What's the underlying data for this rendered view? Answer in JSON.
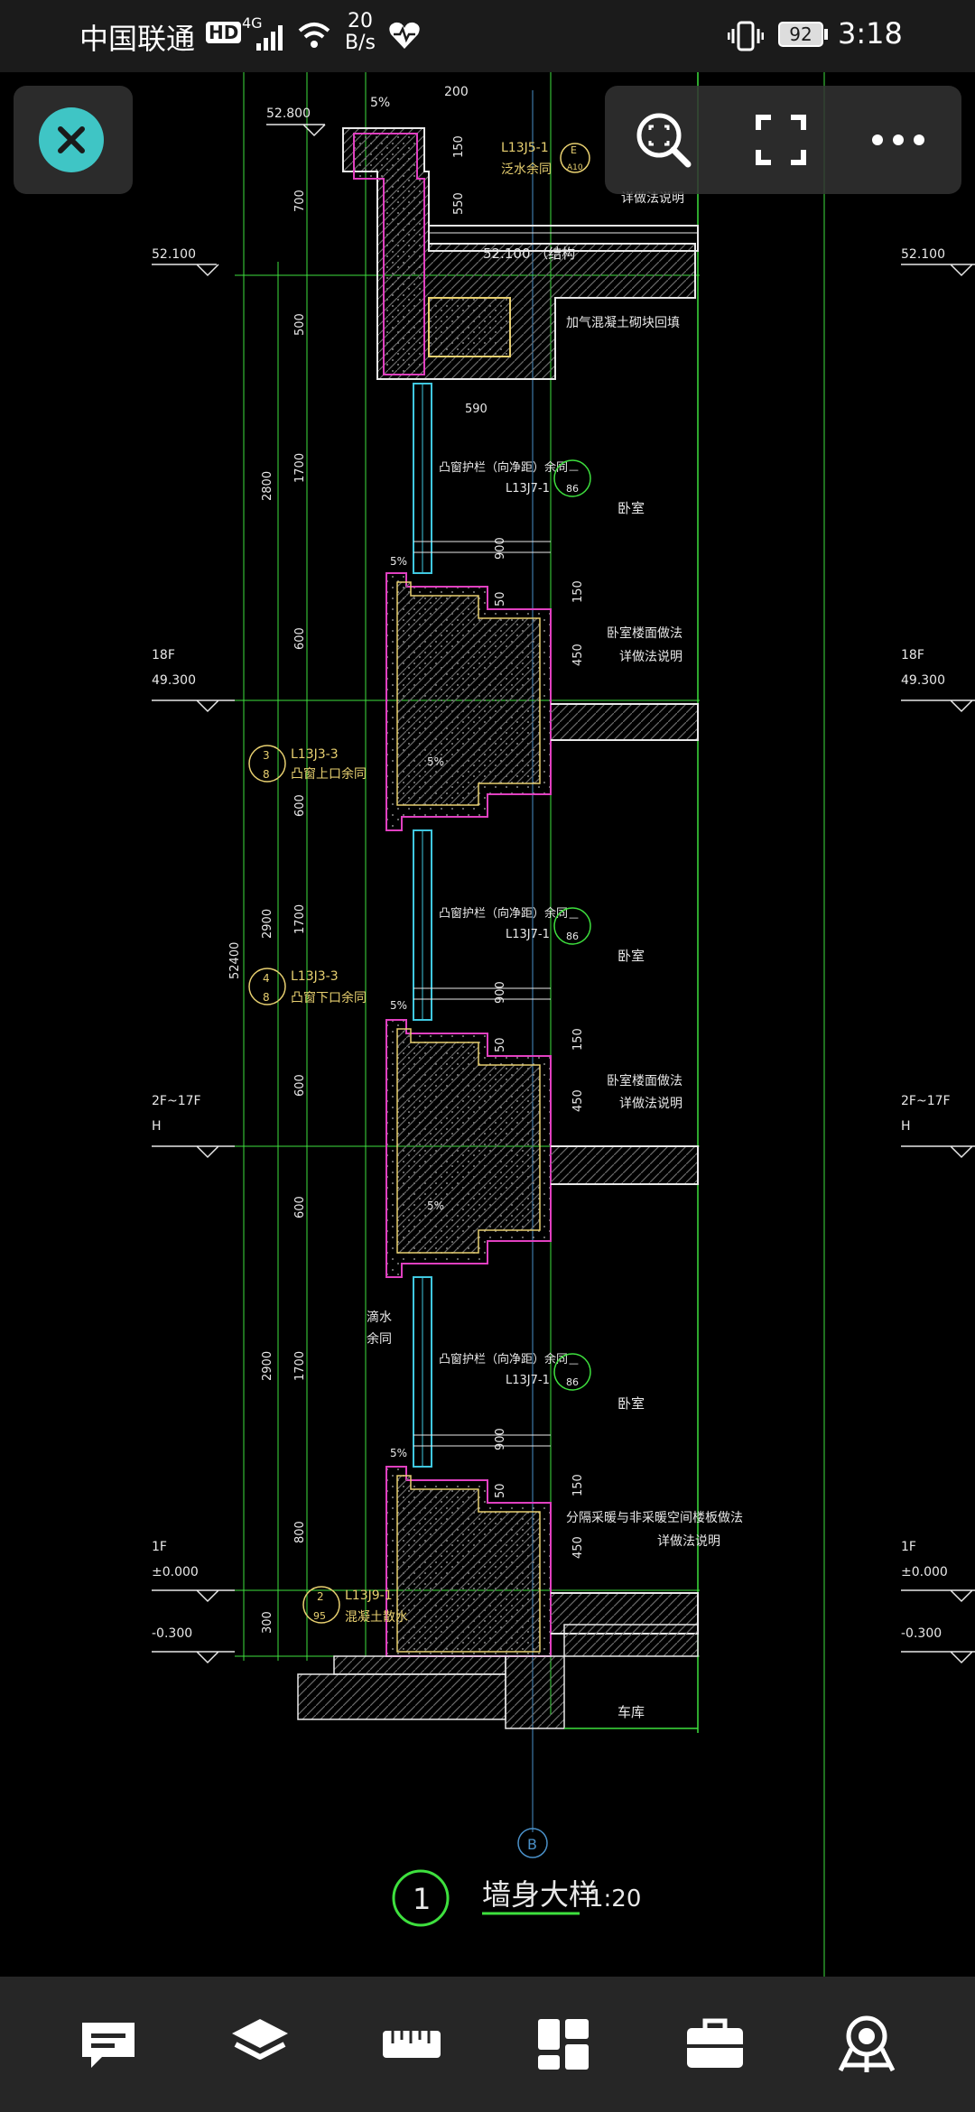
{
  "status_bar": {
    "carrier": "中国联通",
    "hd_badge": "HD",
    "network_type": "4G",
    "speed_value": "20",
    "speed_unit": "B/s",
    "battery": "92",
    "time": "3:18"
  },
  "toolbar_top": {
    "close_icon": "close-icon",
    "zoom_icon": "zoom-extents-icon",
    "fullscreen_icon": "fullscreen-icon",
    "more_icon": "more-icon"
  },
  "drawing": {
    "top_elevation": "52.800",
    "roof_elevation": "52.100",
    "roof_level_note": "52.100 （结构",
    "floor_18f": "18F",
    "elev_49300": "49.300",
    "floor_2f17f": "2F~17F",
    "floor_h": "H",
    "floor_1f": "1F",
    "elev_000": "±0.000",
    "elev_m0300": "-0.300",
    "slope_5pct": "5%",
    "dim_200": "200",
    "dim_150": "150",
    "dim_550": "550",
    "dim_700": "700",
    "dim_500": "500",
    "dim_2800": "2800",
    "dim_1700": "1700",
    "dim_600": "600",
    "dim_2900": "2900",
    "dim_52400": "52400",
    "dim_800": "800",
    "dim_300": "300",
    "dim_590": "590",
    "dim_900": "900",
    "dim_50": "50",
    "dim_450": "450",
    "ref_l13j5": "L13J5-1",
    "ref_fanshui": "泛水余同",
    "ref_e_top": "E",
    "ref_e_bottom": "A10",
    "detail_note_top": "详做法说明",
    "block_fill_note": "加气混凝土砌块回填",
    "window_guard_note": "凸窗护栏（向净距）余同",
    "ref_l13j7": "L13J7-1",
    "bubble_dash": "—",
    "bubble_86": "86",
    "bedroom": "卧室",
    "bedroom_floor_note": "卧室楼面做法",
    "detail_note": "详做法说明",
    "ref_3_top": "3",
    "ref_3_bottom": "8",
    "ref_l13j3": "L13J3-3",
    "window_top_note": "凸窗上口余同",
    "ref_4_top": "4",
    "ref_4_bottom": "8",
    "window_bottom_note": "凸窗下口余同",
    "drip_note": "滴水",
    "drip_note2": "余同",
    "heated_floor_note": "分隔采暖与非采暖空间楼板做法",
    "ref_2_top": "2",
    "ref_2_bottom": "95",
    "ref_l13j9": "L13J9-1",
    "apron_note": "混凝土散水",
    "garage": "车库",
    "axis_b": "B",
    "title_number": "1",
    "title_text": "墙身大样",
    "title_scale": "1:20"
  },
  "bottom_toolbar": {
    "items": [
      "comment-icon",
      "layers-icon",
      "measure-icon",
      "layout-icon",
      "toolbox-icon",
      "settings-icon"
    ]
  },
  "colors": {
    "background": "#000000",
    "status_bar": "#1b1b1b",
    "toolbar": "#262626",
    "close_accent": "#3fc5c5",
    "cad_white": "#e8e8e8",
    "cad_green": "#3ee03e",
    "cad_magenta": "#e040c0",
    "cad_yellow": "#e8d070",
    "cad_cyan": "#40c8e0"
  }
}
